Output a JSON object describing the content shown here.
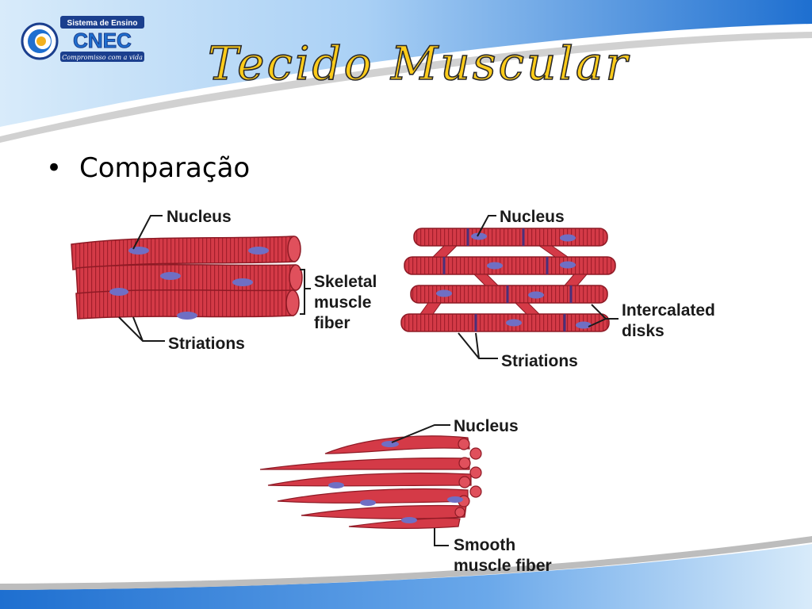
{
  "logo": {
    "top_text": "Sistema de Ensino",
    "brand": "CNEC",
    "tagline": "Compromisso com a vida"
  },
  "slide": {
    "title": "Tecido Muscular",
    "bullet": "Comparação"
  },
  "figure": {
    "skeletal": {
      "nucleus_label": "Nucleus",
      "type_label": [
        "Skeletal",
        "muscle",
        "fiber"
      ],
      "striations_label": "Striations"
    },
    "cardiac": {
      "nucleus_label": "Nucleus",
      "disks_label": [
        "Intercalated",
        "disks"
      ],
      "striations_label": "Striations"
    },
    "smooth": {
      "nucleus_label": "Nucleus",
      "type_label": [
        "Smooth",
        "muscle fiber"
      ]
    }
  },
  "colors": {
    "fiber": "#d43a47",
    "fiber_dark": "#a31f2c",
    "nucleus": "#6f6fc4",
    "title_fill": "#ffcc1a",
    "banner_blue": "#1e6fd0"
  }
}
